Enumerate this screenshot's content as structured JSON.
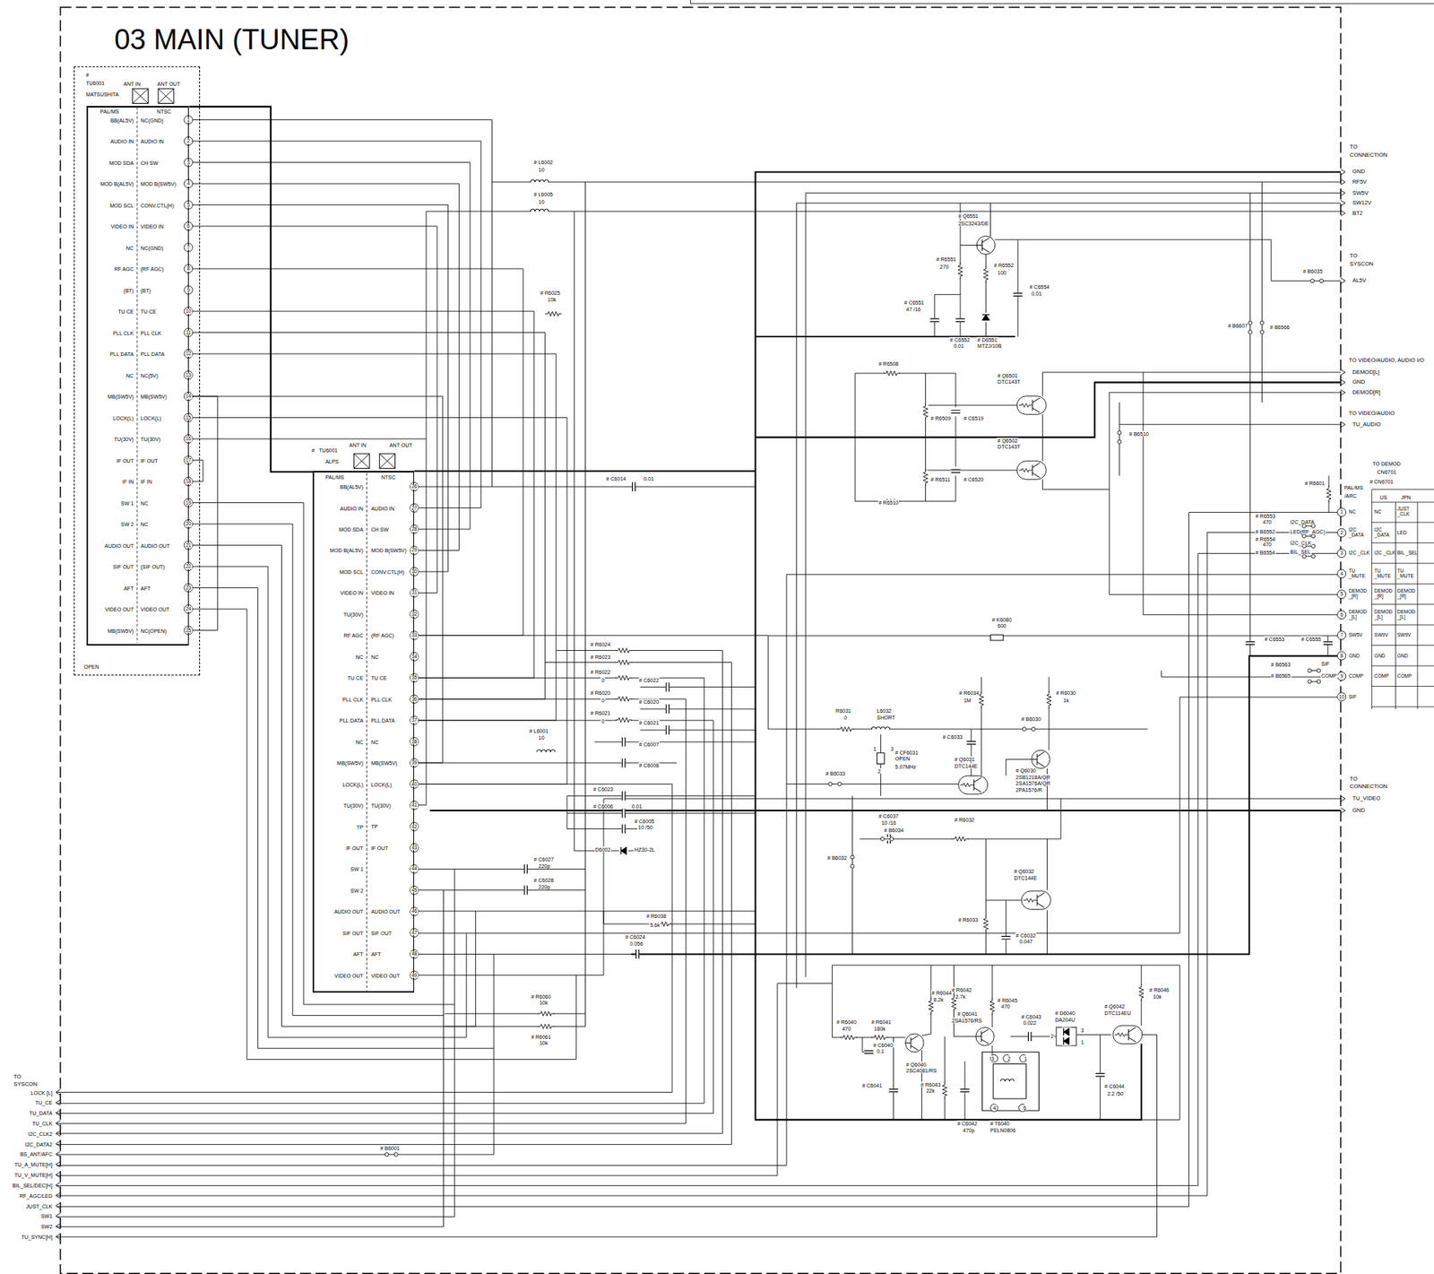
{
  "diagram": {
    "title": "03 MAIN (TUNER)",
    "nodes": [
      {
        "text": [
          "#",
          "TU6001",
          "ANT IN",
          "ANT OUT",
          "MATSUSHITA",
          "OPEN"
        ]
      },
      {
        "text": [
          "PAL/MS",
          "NTSC"
        ],
        "in": 0
      },
      {
        "text": [
          "#",
          "TU6001",
          "ANT IN",
          "ANT OUT",
          "ALPS",
          "PAL/MS",
          "NTSC"
        ]
      }
    ],
    "edges": [
      {
        "from": 1,
        "to": 2,
        "arrow": "none"
      }
    ],
    "labels": [
      "BB(AL5V)",
      "AUDIO IN",
      "MOD SDA",
      "MOD B(AL5V)",
      "MOD SCL",
      "VIDEO IN",
      "NC",
      "RF AGC",
      "(BT)",
      "TU CE",
      "PLL CLK",
      "PLL DATA",
      "NC",
      "MB(SW5V)",
      "LOCK(L)",
      "TU(30V)",
      "IF OUT",
      "IF IN",
      "SW 1",
      "SW 2",
      "AUDIO OUT",
      "SIF OUT",
      "AFT",
      "VIDEO OUT",
      "MB(SW5V)",
      "NC(GND)",
      "AUDIO IN",
      "CH SW",
      "MOD B(SW5V)",
      "CONV.CTL(H)",
      "VIDEO IN",
      "NC(GND)",
      "(RF AGC)",
      "(BT)",
      "TU CE",
      "PLL CLK",
      "PLL DATA",
      "NC(5V)",
      "MB(SW5V)",
      "LOCK(L)",
      "TU(30V)",
      "IF OUT",
      "IF IN",
      "NC",
      "NC",
      "AUDIO OUT",
      "(SIF OUT)",
      "AFT",
      "VIDEO OUT",
      "NC(OPEN)",
      "1",
      "2",
      "3",
      "4",
      "5",
      "6",
      "7",
      "8",
      "9",
      "10",
      "11",
      "12",
      "13",
      "14",
      "15",
      "16",
      "17",
      "18",
      "19",
      "20",
      "21",
      "22",
      "23",
      "24",
      "25",
      "BB(AL5V)",
      "AUDIO IN",
      "MOD SDA",
      "MOD B(AL5V)",
      "MOD SCL",
      "VIDEO IN",
      "TU(30V)",
      "RF AGC",
      "NC",
      "TU CE",
      "PLL CLK",
      "PLL DATA",
      "NC",
      "MB(SW5V)",
      "LOCK(L)",
      "TU(30V)",
      "TP",
      "IF OUT",
      "SW 1",
      "SW 2",
      "AUDIO OUT",
      "SIF OUT",
      "AFT",
      "VIDEO OUT",
      "AUDIO IN",
      "CH SW",
      "MOD B(SW5V)",
      "CONV.CTL(H)",
      "VIDEO IN",
      "(RF AGC)",
      "NC",
      "TU CE",
      "PLL CLK",
      "PLL DATA",
      "NC",
      "MB(SW5V)",
      "LOCK(L)",
      "TU(30V)",
      "TP",
      "IF OUT",
      "AUDIO OUT",
      "SIF OUT",
      "AFT",
      "VIDEO OUT",
      "26",
      "27",
      "28",
      "29",
      "30",
      "31",
      "32",
      "33",
      "34",
      "35",
      "36",
      "37",
      "38",
      "39",
      "40",
      "41",
      "42",
      "43",
      "44",
      "45",
      "46",
      "47",
      "48",
      "49",
      "TO",
      "SYSCON",
      "LOCK [L]",
      "TU_CE",
      "TU_DATA",
      "TU_CLK",
      "I2C_CLK2",
      "I2C_DATA2",
      "BS_ANT/AFC",
      "TU_A_MUTE[H]",
      "TU_V_MUTE[H]",
      "BIL_SEL/DEC[H]",
      "RF_AGC/LED",
      "JUST_CLK",
      "SW1",
      "SW2",
      "TU_SYNC[H]",
      "TO",
      "CONNECTION",
      "GND",
      "RF5V",
      "SW5V",
      "SW12V",
      "BT2",
      "TO",
      "SYSCON",
      "AL5V",
      "TO VIDEO/AUDIO, AUDIO I/O",
      "DEMOD[L]",
      "GND",
      "DEMOD[R]",
      "TO VIDEO/AUDIO",
      "TU_AUDIO",
      "TO",
      "CONNECTION",
      "TU_VIDEO",
      "GND",
      "TO DEMOD",
      "CN6701",
      "# CN6701",
      "PAL/MS",
      "/ARC",
      "US",
      "JPN",
      "1",
      "2",
      "3",
      "4",
      "5",
      "6",
      "7",
      "8",
      "9",
      "10",
      "NC",
      "NC",
      "JUST _CLK",
      "I2C _DATA",
      "I2C _DATA",
      "LED",
      "I2C _CLK",
      "I2C _CLK",
      "BIL _SEL",
      "TU _MUTE",
      "TU _MUTE",
      "TU _MUTE",
      "DEMOD _[R]",
      "DEMOD _[R]",
      "DEMOD _[R]",
      "DEMOD _[L]",
      "DEMOD _[L]",
      "DEMOD _[L]",
      "SW5V",
      "SW9V",
      "SW9V",
      "GND",
      "GND",
      "GND",
      "COMP",
      "COMP",
      "COMP",
      "SIF",
      "# L6002",
      "10",
      "# L6005",
      "10",
      "# Q6551",
      "2SC3243/DE",
      "# R6551",
      "270",
      "# R6552",
      "100",
      "# C6554",
      "0.01",
      "# C6551",
      "47 /16",
      "# C6552",
      "0.01",
      "# D6551",
      "MTZJ/10B",
      "# B6035",
      "# B6607",
      "# B6566",
      "# R6508",
      "# Q6501",
      "DTC143T",
      "# R6509",
      "# C6519",
      "# Q6502",
      "DTC143T",
      "# R6510",
      "# R6511",
      "# C6520",
      "# B6510",
      "# R6601",
      "# R6553",
      "470",
      "I2C_DATA",
      "# B6552",
      "LED(RF_AGC)",
      "# R6554",
      "470",
      "I2C_CLK",
      "# B6554",
      "BIL_SEL",
      "# K6080",
      "600",
      "# C6553",
      "# C6555",
      "# B6563",
      "SIF",
      "# B6565",
      "COMP",
      "# C6014",
      "0.01",
      "# R6025",
      "10k",
      "# R6024",
      "# R6023",
      "# R6022",
      "0",
      "# C6022",
      "# R6020",
      "0",
      "# C6020",
      "# R6021",
      "0",
      "# C6021",
      "# C6007",
      "# C6008",
      "# L6001",
      "10",
      "# C6023",
      "# C6006",
      "0.01",
      "# C6005",
      "10 /50",
      "D6002",
      "HZ30-2L",
      "# C6027",
      "220p",
      "# C6028",
      "220p",
      "# R6038",
      "5.6k",
      "# C6024",
      "0.056",
      "# R6060",
      "10k",
      "# R6061",
      "10k",
      "# B6001",
      "# R6034",
      "1M",
      "# R6030",
      "1k",
      "R6031",
      "0",
      "L6032",
      "SHORT",
      "# CF6031",
      "OPEN",
      "5.07MHz",
      "1",
      "3",
      "2",
      "# C6033",
      "# B6030",
      "# Q6031",
      "DTC144E",
      "# Q6030",
      "2SB1218A/QR",
      "2SA1576A/QR",
      "2PA1576/R",
      "# B6033",
      "# C6037",
      "10 /16",
      "# R6032",
      "# B6034",
      "# B6032",
      "# Q6032",
      "DTC144E",
      "# R6033",
      "# C6032",
      "0.047",
      "# R6044",
      "8.2k",
      "# R6042",
      "2.7k",
      "# R6045",
      "470",
      "# Q6041",
      "2SA1576/RS",
      "# C6043",
      "0.022",
      "# D6040",
      "DA204U",
      "# Q6042",
      "DTC114EU",
      "# R6046",
      "10k",
      "# R6040",
      "470",
      "# R6041",
      "180k",
      "# C6040",
      "0.1",
      "# Q6040",
      "2SC4081/RS",
      "# C6041",
      "# R6043",
      "22k",
      "# C6042",
      "470p",
      "# T6040",
      "PELN0806",
      "# C6044",
      "2.2 /50",
      "3",
      "2",
      "1",
      "4",
      "6",
      "2",
      "3",
      "1"
    ]
  }
}
